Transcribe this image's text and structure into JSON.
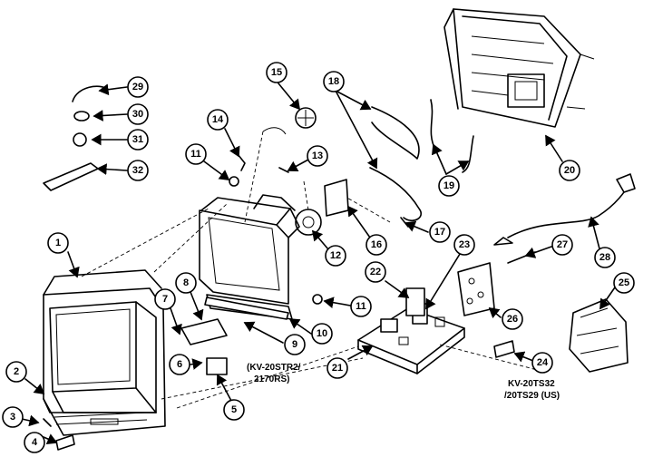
{
  "diagram": {
    "callouts": [
      "1",
      "2",
      "3",
      "4",
      "5",
      "6",
      "7",
      "8",
      "9",
      "10",
      "11",
      "11",
      "12",
      "13",
      "14",
      "15",
      "16",
      "17",
      "18",
      "19",
      "20",
      "21",
      "22",
      "23",
      "24",
      "25",
      "26",
      "27",
      "28",
      "29",
      "30",
      "31",
      "32"
    ],
    "notes": {
      "note_5_line1": "(KV-20STR2/",
      "note_5_line2": "2170RS)",
      "note_24_line1": "KV-20TS32",
      "note_24_line2": "/20TS29 (US)"
    }
  }
}
